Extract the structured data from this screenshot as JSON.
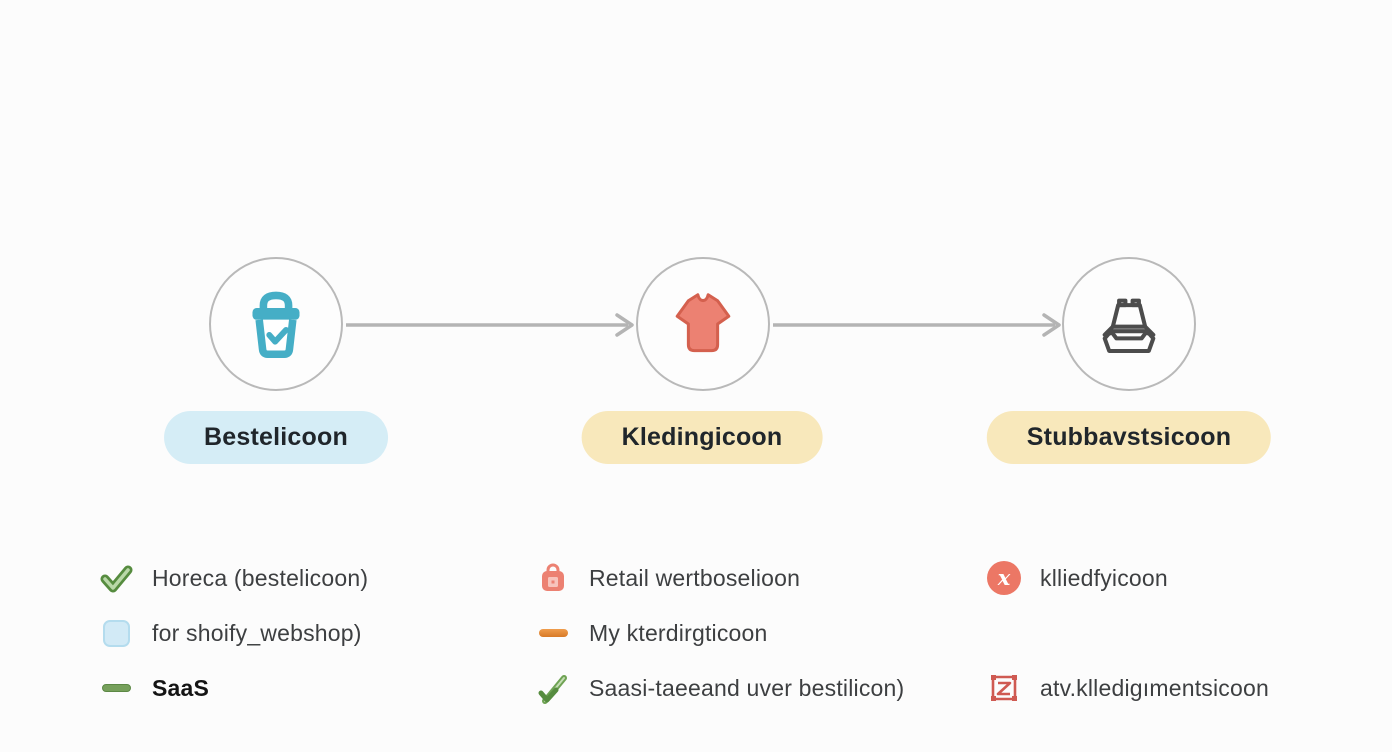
{
  "flow": {
    "steps": [
      {
        "label": "Bestelicoon",
        "icon": "basket-check-icon",
        "pill_bg": "#d5edf6",
        "icon_color": "#45aec6"
      },
      {
        "label": "Kledingicoon",
        "icon": "tshirt-icon",
        "pill_bg": "#f8e8bb",
        "icon_color": "#ec8172"
      },
      {
        "label": "Stubbavstsicoon",
        "icon": "takeout-box-icon",
        "pill_bg": "#f8e8bb",
        "icon_color": "#4c4c4c"
      }
    ],
    "arrow_color": "#b4b4b4",
    "circle_border_color": "#b9b9b9"
  },
  "legend": {
    "columns": [
      {
        "items": [
          {
            "icon": "check-icon",
            "label": "Horeca (bestelicoon)"
          },
          {
            "icon": "blue-square-icon",
            "label": "for shoify_webshop)"
          },
          {
            "icon": "green-dash-icon",
            "label": "SaaS"
          }
        ]
      },
      {
        "items": [
          {
            "icon": "bag-icon",
            "label": "Retail wertboselioon"
          },
          {
            "icon": "orange-dash-icon",
            "label": "My kterdirgticoon"
          },
          {
            "icon": "check-pen-icon",
            "label": "Saasi-taeeand uver bestilicon)"
          }
        ]
      },
      {
        "items": [
          {
            "icon": "x-circle-icon",
            "label": "klliedfyicoon"
          },
          {
            "icon": "frame-z-icon",
            "label": "atv.klledigımentsicoon"
          }
        ]
      }
    ]
  },
  "colors": {
    "background": "#fcfcfc",
    "pill_blue": "#d5edf6",
    "pill_yellow": "#f8e8bb",
    "teal": "#45aec6",
    "coral": "#ec8172",
    "green": "#6fa354",
    "orange": "#e08b3a",
    "red": "#d5564e",
    "gray_line": "#b4b4b4",
    "text_dark": "#20262b",
    "text_legend": "#3d3f41"
  }
}
